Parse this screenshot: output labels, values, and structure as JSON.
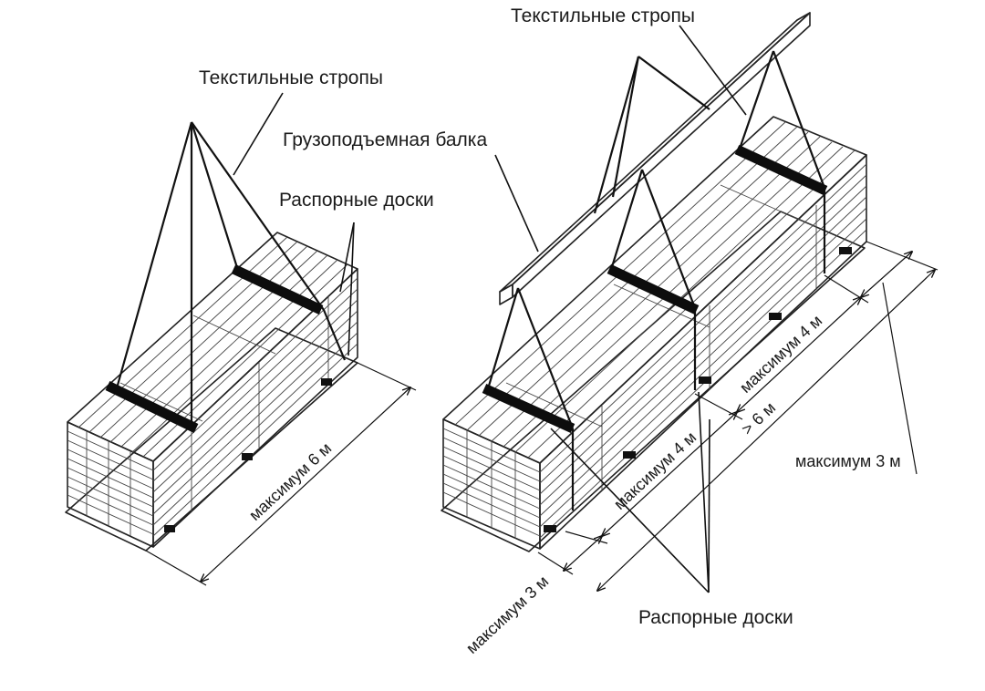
{
  "labels": {
    "slings_left": "Текстильные стропы",
    "slings_right": "Текстильные стропы",
    "beam": "Грузоподъемная балка",
    "spacer_boards_top": "Распорные доски",
    "spacer_boards_bottom": "Распорные доски"
  },
  "dimensions": {
    "left_length": "максимум 6 м",
    "right_top_segment": "максимум 4 м",
    "right_mid_segment": "максимум 4 м",
    "right_overall": "> 6 м",
    "right_overhang_side": "максимум 3 м",
    "right_overhang_front": "максимум 3 м"
  }
}
